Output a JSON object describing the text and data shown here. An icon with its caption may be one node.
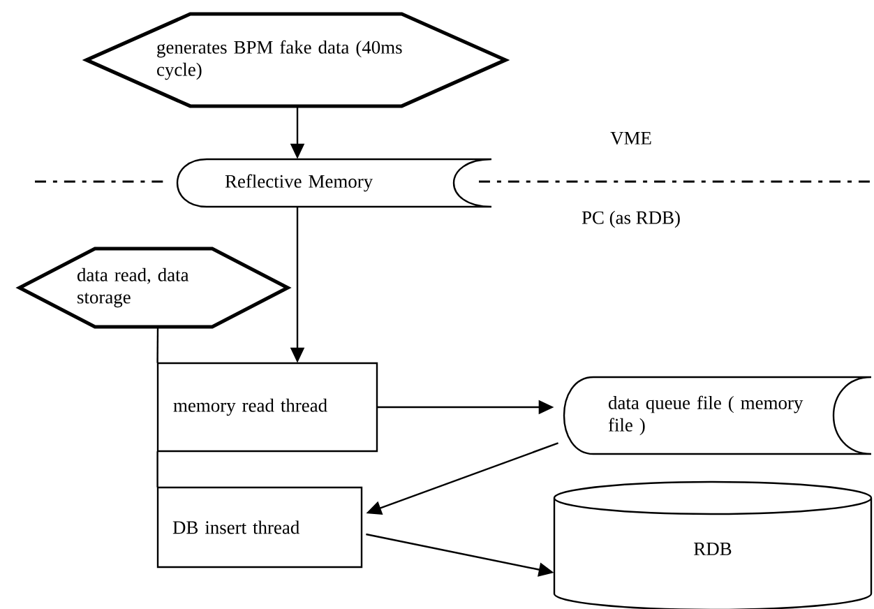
{
  "diagram": {
    "nodes": [
      {
        "text": [
          "generates BPM fake data (40ms cycle)"
        ]
      },
      {
        "text": [
          "Reflective Memory"
        ]
      },
      {
        "text": [
          "data read, data storage"
        ]
      },
      {
        "text": [
          "memory read thread"
        ]
      },
      {
        "text": [
          "data queue file ( memory file )"
        ]
      },
      {
        "text": [
          "DB insert thread"
        ]
      },
      {
        "text": [
          "RDB"
        ]
      }
    ],
    "edges": [
      {
        "from": 0,
        "to": 1,
        "arrow": "to"
      },
      {
        "from": 1,
        "to": 3,
        "arrow": "to"
      },
      {
        "from": 2,
        "to": 3,
        "arrow": "none"
      },
      {
        "from": 3,
        "to": 5,
        "arrow": "none"
      },
      {
        "from": 3,
        "to": 4,
        "arrow": "to"
      },
      {
        "from": 4,
        "to": 5,
        "arrow": "to"
      },
      {
        "from": 5,
        "to": 6,
        "arrow": "to"
      }
    ],
    "labels": [
      "VME",
      "PC (as RDB)"
    ]
  }
}
